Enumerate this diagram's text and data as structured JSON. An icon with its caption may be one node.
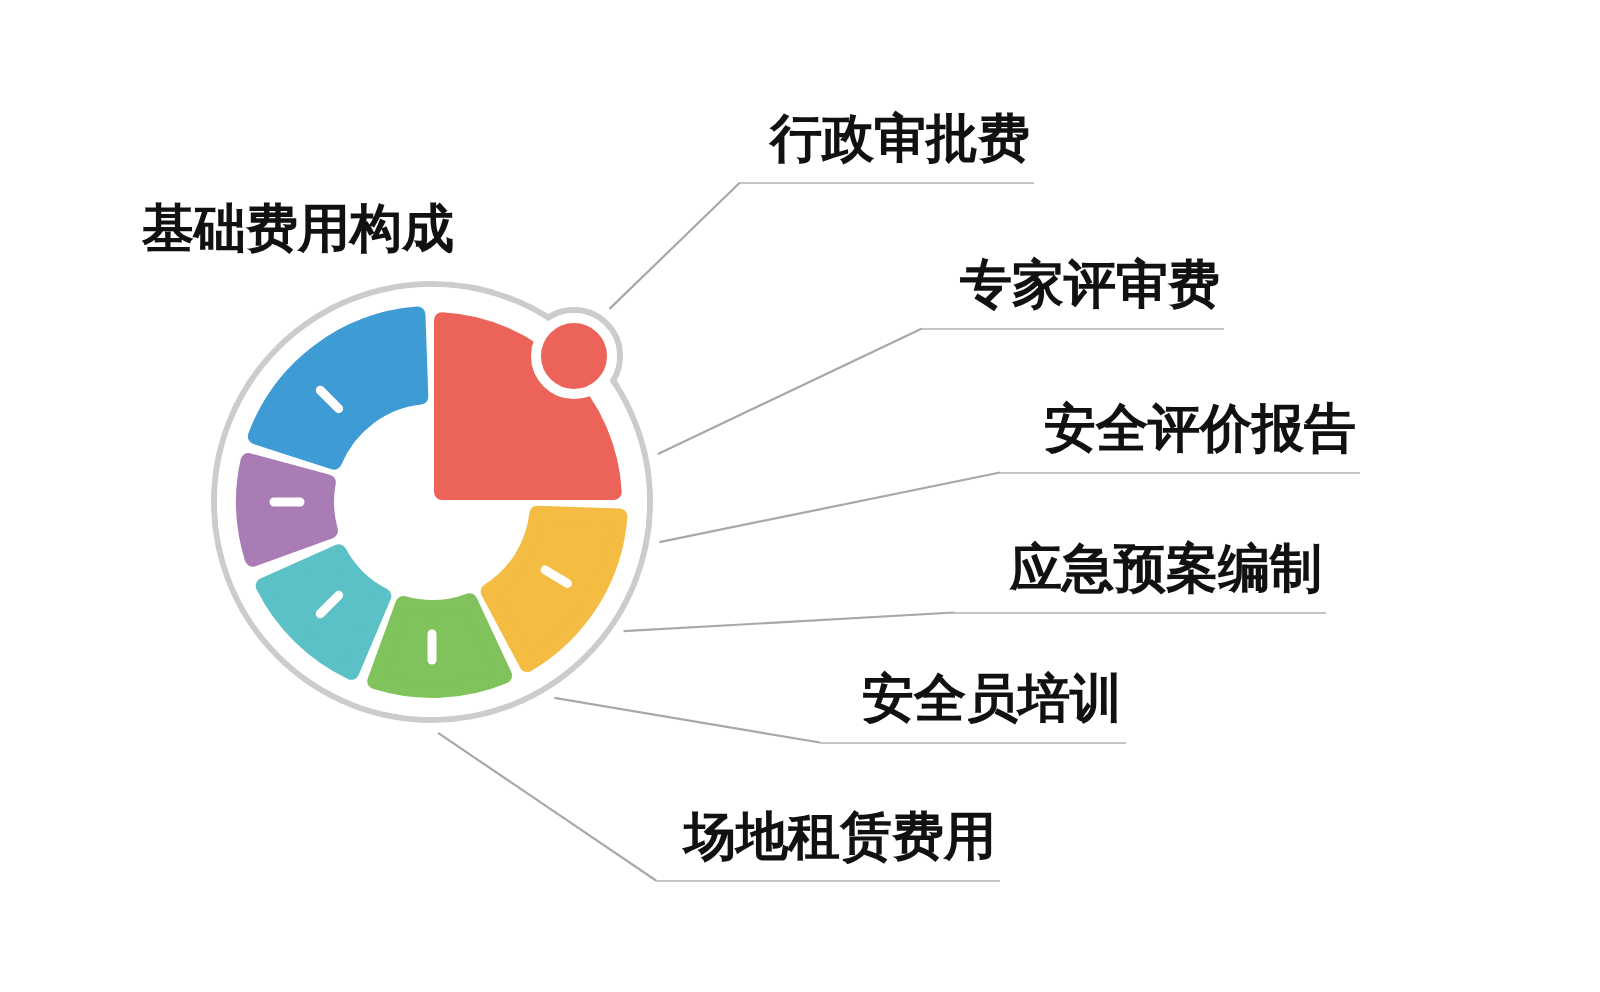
{
  "diagram": {
    "title": "基础费用构成",
    "nodes": [
      {
        "text": [
          "行政审批费"
        ]
      },
      {
        "text": [
          "专家评审费"
        ]
      },
      {
        "text": [
          "安全评价报告"
        ]
      },
      {
        "text": [
          "应急预案编制"
        ]
      },
      {
        "text": [
          "安全员培训"
        ]
      },
      {
        "text": [
          "场地租赁费用"
        ]
      },
      {
        "text": [],
        "shape": "circle"
      }
    ],
    "edges": [
      {
        "from": 0,
        "to": 6,
        "arrow": "none"
      },
      {
        "from": 1,
        "to": 6,
        "arrow": "none"
      },
      {
        "from": 2,
        "to": 6,
        "arrow": "none"
      },
      {
        "from": 3,
        "to": 6,
        "arrow": "none"
      },
      {
        "from": 4,
        "to": 6,
        "arrow": "none"
      },
      {
        "from": 5,
        "to": 6,
        "arrow": "none"
      }
    ]
  }
}
